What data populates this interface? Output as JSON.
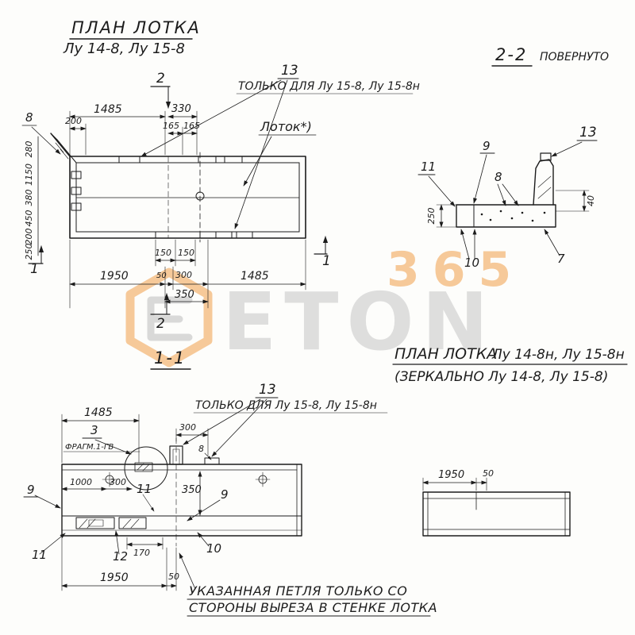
{
  "canvas": {
    "bg": "#fdfdfb",
    "ink": "#1c1c1c"
  },
  "watermark": {
    "brand": "ETON",
    "number": "365",
    "orange": "#f2a04a",
    "gray": "#c6c6c6"
  },
  "header": {
    "title": "ПЛАН ЛОТКА",
    "subtitle": "Лу 14-8, Лу 15-8",
    "section_label": "2-2",
    "section_note": "ПОВЕРНУТО"
  },
  "plan_top": {
    "callout_13": "13",
    "note_13": "ТОЛЬКО ДЛЯ Лу 15-8, Лу 15-8н",
    "lotok": "Лоток*)",
    "callout_8": "8",
    "marker_2_top": "2",
    "marker_2_bottom": "2",
    "marker_1_left": "1",
    "marker_1_right": "1",
    "dim_1485_top": "1485",
    "dim_330": "330",
    "dim_200": "200",
    "dim_165_a": "165",
    "dim_165_b": "165",
    "left_dims": [
      "280",
      "1150",
      "380",
      "450",
      "200",
      "250"
    ],
    "dim_150_a": "150",
    "dim_150_b": "150",
    "dim_1950": "1950",
    "dim_50": "50",
    "dim_300": "300",
    "dim_350": "350",
    "dim_1485_bottom": "1485"
  },
  "section_2_2": {
    "callout_11": "11",
    "callout_9": "9",
    "callout_8": "8",
    "callout_13": "13",
    "callout_10": "10",
    "callout_7": "7",
    "dim_250": "250",
    "dim_40": "40"
  },
  "plan_mirror_title": {
    "label": "ПЛАН ЛОТКА",
    "models": "Лу 14-8н, Лу 15-8н",
    "mirror": "(ЗЕРКАЛЬНО Лу 14-8, Лу 15-8)"
  },
  "section_1_1": {
    "title": "1-1",
    "dim_1485": "1485",
    "callout_3": "3",
    "fragment_note": "ФРАГМ.1-ГВ",
    "callout_13": "13",
    "note_13": "ТОЛЬКО ДЛЯ Лу 15-8, Лу 15-8н",
    "dim_300_top": "300",
    "callout_8": "8",
    "callout_9_left": "9",
    "callout_9_mid": "9",
    "dim_1000": "1000",
    "dim_300": "300",
    "callout_11_mid": "11",
    "dim_350": "350",
    "callout_11_bottom": "11",
    "callout_12": "12",
    "dim_170": "170",
    "callout_10": "10",
    "dim_50": "50",
    "dim_1950": "1950"
  },
  "side_view": {
    "dim_1950": "1950",
    "dim_50": "50"
  },
  "footer_note": {
    "line1": "УКАЗАННАЯ ПЕТЛЯ ТОЛЬКО СО",
    "line2": "СТОРОНЫ ВЫРЕЗА В СТЕНКЕ ЛОТКА"
  }
}
